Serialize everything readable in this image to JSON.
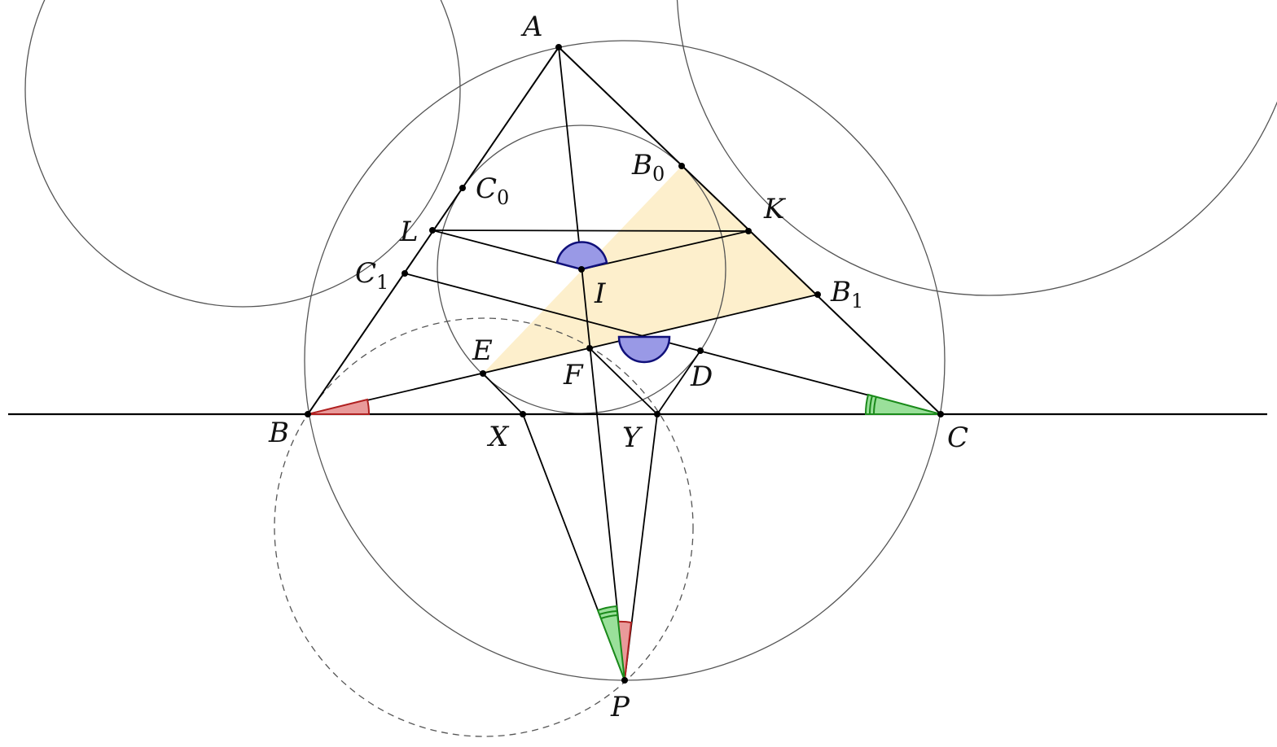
{
  "figure": {
    "colors": {
      "line": "#000000",
      "circle": "#555555",
      "highlight_fill": "#fdefcc",
      "right_angle_fill": "#9999e6",
      "right_angle_stroke": "#10107a",
      "angle_red_fill": "#e99a9a",
      "angle_red_stroke": "#b02020",
      "angle_green_fill": "#9ae09a",
      "angle_green_stroke": "#1a8a1a"
    },
    "labels": {
      "A": "A",
      "B": "B",
      "C": "C",
      "B0_main": "B",
      "B0_sub": "0",
      "C0_main": "C",
      "C0_sub": "0",
      "B1_main": "B",
      "B1_sub": "1",
      "C1_main": "C",
      "C1_sub": "1",
      "K": "K",
      "L": "L",
      "I": "I",
      "E": "E",
      "F": "F",
      "D": "D",
      "X": "X",
      "Y": "Y",
      "P": "P"
    }
  }
}
